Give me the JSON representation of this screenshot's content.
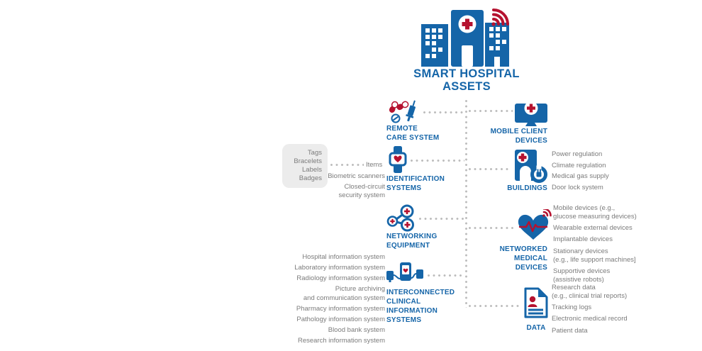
{
  "title": "SMART HOSPITAL\nASSETS",
  "colors": {
    "blue": "#1565a8",
    "red": "#b5122f",
    "gray_text": "#7b7b7b",
    "dot_gray": "#bdbdbd",
    "box_bg": "#ececec"
  },
  "nodes": {
    "remote_care": {
      "label": "REMOTE\nCARE SYSTEM",
      "icon": "pills-syringe-icon"
    },
    "mobile_client": {
      "label": "MOBILE CLIENT\nDEVICES",
      "icon": "monitor-cross-icon"
    },
    "identification": {
      "label": "IDENTIFICATION\nSYSTEMS",
      "icon": "smartwatch-heart-icon"
    },
    "buildings": {
      "label": "BUILDINGS",
      "icon": "building-power-icon"
    },
    "networking": {
      "label": "NETWORKING\nEQUIPMENT",
      "icon": "network-nodes-icon"
    },
    "networked_medical": {
      "label": "NETWORKED\nMEDICAL\nDEVICES",
      "icon": "heart-pulse-wifi-icon"
    },
    "icis": {
      "label": "INTERCONNECTED\nCLINICAL\nINFORMATION\nSYSTEMS",
      "icon": "connected-devices-icon"
    },
    "data": {
      "label": "DATA",
      "icon": "document-person-icon"
    }
  },
  "identification_details": {
    "box_items": [
      "Tags",
      "Bracelets",
      "Labels",
      "Badges"
    ],
    "items_label": "Items",
    "list": [
      "Biometric scanners",
      "Closed-circuit\nsecurity system"
    ]
  },
  "buildings_details": [
    "Power regulation",
    "Climate regulation",
    "Medical gas supply",
    "Door lock system"
  ],
  "networked_medical_details": [
    "Mobile devices (e.g.,\nglucose measuring devices)",
    "Wearable external devices",
    "Implantable devices",
    "Stationary devices\n(e.g., life support machines]",
    "Supportive devices\n(assistive robots)"
  ],
  "icis_details": [
    "Hospital information system",
    "Laboratory information system",
    "Radiology information system",
    "Picture archiving\nand communication system",
    "Pharmacy information system",
    "Pathology information system",
    "Blood bank system",
    "Research information system"
  ],
  "data_details": [
    "Research data\n(e.g., clinical trial reports)",
    "Tracking logs",
    "Electronic medical record",
    "Patient data"
  ]
}
